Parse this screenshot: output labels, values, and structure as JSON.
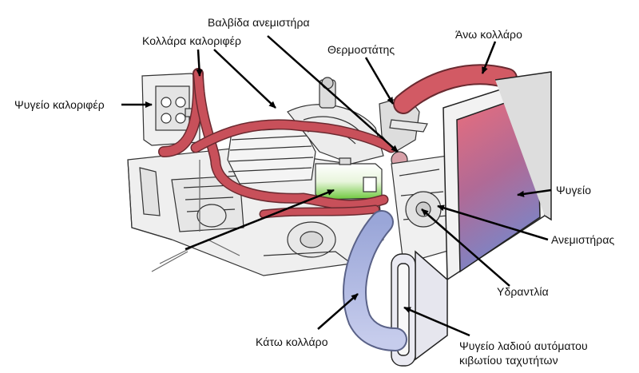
{
  "labels": {
    "fan_valve": "Βαλβίδα ανεμιστήρα",
    "heater_hose": "Κολλάρα καλοριφέρ",
    "upper_hose": "Άνω κολλάρο",
    "thermostat": "Θερμοστάτης",
    "heater_core": "Ψυγείο καλοριφέρ",
    "radiator": "Ψυγείο",
    "fan": "Ανεμιστήρας",
    "water_pump": "Υδραντλία",
    "lower_hose": "Κάτω κολλάρο",
    "trans_cooler_line1": "Ψυγείο λαδιού αυτόματου",
    "trans_cooler_line2": "κιβωτίου ταχυτήτων"
  },
  "colors": {
    "hose_red": "#c8505a",
    "hose_blue": "#a8b4dc",
    "radiator_top": "#e8707a",
    "radiator_bottom": "#8890c8",
    "coolant_green": "#7ed04a",
    "arrow": "#000000"
  }
}
